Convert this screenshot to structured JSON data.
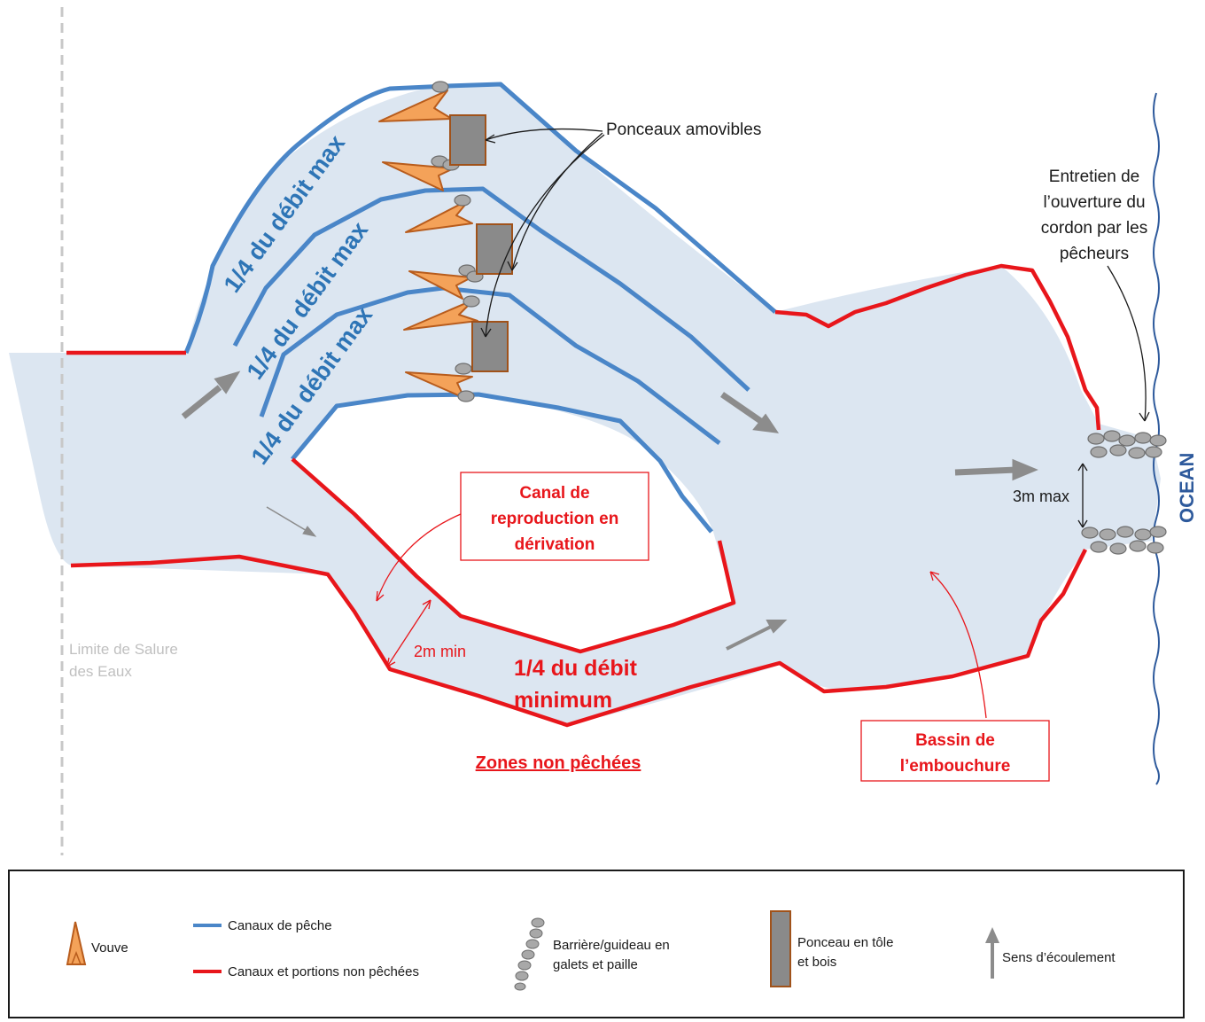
{
  "colors": {
    "water": "#dce6f1",
    "fishing_canal": "#4a86c8",
    "non_fished": "#e8161b",
    "vouve_fill": "#f4a259",
    "vouve_stroke": "#b85c1c",
    "culvert_fill": "#8a8a8a",
    "culvert_stroke": "#a0521a",
    "arrow": "#8c8c8c",
    "ocean_text": "#2e5a9c",
    "salinity_line": "#c8c8c8"
  },
  "labels": {
    "canal1": "1/4 du débit max",
    "canal2": "1/4 du débit max",
    "canal3": "1/4 du débit max",
    "ponceaux": "Ponceaux amovibles",
    "entretien_line1": "Entretien de",
    "entretien_line2": "l’ouverture du",
    "entretien_line3": "cordon par les",
    "entretien_line4": "pêcheurs",
    "ocean": "OCEAN",
    "three_m": "3m max",
    "two_m": "2m min",
    "limite_line1": "Limite de Salure",
    "limite_line2": "des Eaux",
    "canal_repro_line1": "Canal de",
    "canal_repro_line2": "reproduction en",
    "canal_repro_line3": "dérivation",
    "debit_min_line1": "1/4 du débit",
    "debit_min_line2": "minimum",
    "zones": "Zones non pêchées",
    "bassin_line1": "Bassin de",
    "bassin_line2": "l’embouchure"
  },
  "legend": {
    "vouve": "Vouve",
    "canaux_peche": "Canaux de pêche",
    "canaux_non_peches": "Canaux et portions non pêchées",
    "barriere_line1": "Barrière/guideau en",
    "barriere_line2": "galets et paille",
    "ponceau_line1": "Ponceau en tôle",
    "ponceau_line2": "et bois",
    "sens": "Sens d’écoulement"
  }
}
